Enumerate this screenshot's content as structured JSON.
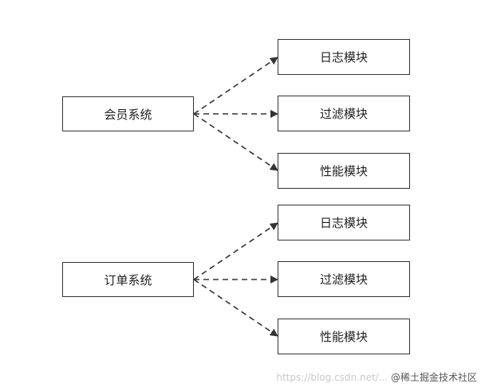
{
  "groups": [
    {
      "system": "会员系统",
      "modules": [
        "日志模块",
        "过滤模块",
        "性能模块"
      ]
    },
    {
      "system": "订单系统",
      "modules": [
        "日志模块",
        "过滤模块",
        "性能模块"
      ]
    }
  ],
  "watermark": {
    "url": "https://blog.csdn.net/...",
    "brand": "@稀土掘金技术社区"
  },
  "colors": {
    "line": "#333333",
    "box_border": "#333333",
    "background": "#ffffff"
  }
}
